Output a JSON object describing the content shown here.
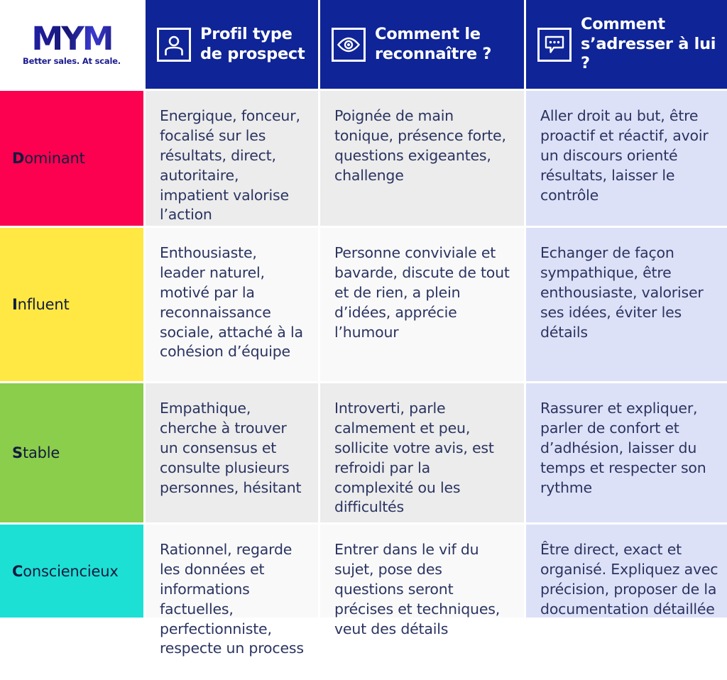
{
  "brand": {
    "logo_text": "MYM",
    "tagline": "Better sales. At scale."
  },
  "colors": {
    "header_blue": "#0f2496",
    "text_navy": "#2b3461",
    "col2_row_odd": "#ececec",
    "col2_row_even": "#f9f9f9",
    "col4_bg": "#dde1f7",
    "dominant": "#fb0150",
    "influent": "#ffe844",
    "stable": "#8ace4b",
    "consciencieux": "#1de0d4"
  },
  "header": {
    "columns": [
      {
        "icon": "person-icon",
        "title": "Profil type de prospect"
      },
      {
        "icon": "eye-icon",
        "title": "Comment le reconnaître ?"
      },
      {
        "icon": "speech-bubble-icon",
        "title": "Comment s’adresser à lui ?"
      }
    ]
  },
  "rows": [
    {
      "profile_initial": "D",
      "profile_rest": "ominant",
      "profile_color": "#fb0150",
      "description": "Energique, fonceur, focalisé sur les résultats, direct, autoritaire, impatient valorise l’action",
      "recognize": "Poignée de main tonique, présence forte, questions exigeantes, challenge",
      "approach": "Aller droit au but, être proactif et réactif, avoir un discours orienté résultats, laisser le contrôle"
    },
    {
      "profile_initial": "I",
      "profile_rest": "nfluent",
      "profile_color": "#ffe844",
      "description": "Enthousiaste, leader naturel, motivé par la reconnaissance sociale, attaché à la cohésion d’équipe",
      "recognize": "Personne conviviale et bavarde, discute de tout et de rien, a plein d’idées, apprécie l’humour",
      "approach": "Echanger de façon sympathique, être enthousiaste, valoriser ses idées, éviter les détails"
    },
    {
      "profile_initial": "S",
      "profile_rest": "table",
      "profile_color": "#8ace4b",
      "description": "Empathique, cherche à trouver un consensus et consulte plusieurs personnes, hésitant",
      "recognize": "Introverti, parle calmement et peu, sollicite votre avis, est refroidi par la complexité ou les difficultés",
      "approach": "Rassurer et expliquer, parler de confort et d’adhésion, laisser du temps et respecter son rythme"
    },
    {
      "profile_initial": "C",
      "profile_rest": "onsciencieux",
      "profile_color": "#1de0d4",
      "description": "Rationnel, regarde les données et informations factuelles, perfectionniste, respecte un process",
      "recognize": "Entrer dans le vif du sujet, pose des questions seront précises et techniques, veut des détails",
      "approach": "Être direct, exact et organisé. Expliquez avec précision, proposer de la documentation détaillée"
    }
  ]
}
